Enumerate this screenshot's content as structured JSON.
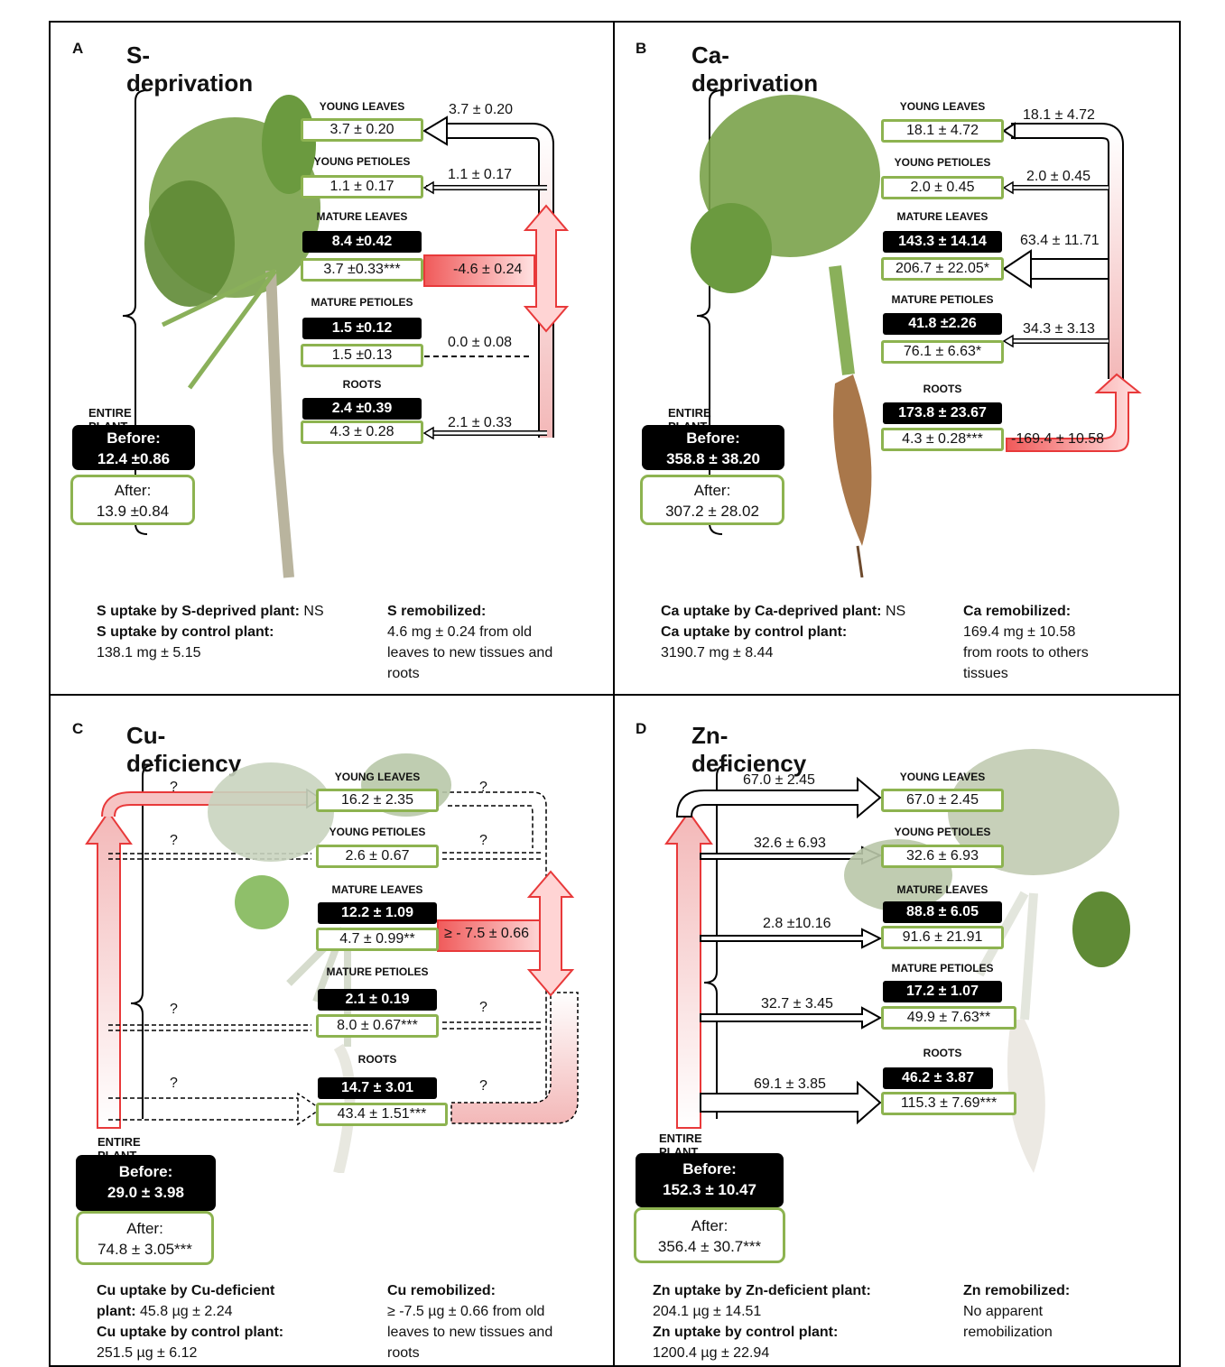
{
  "panels": {
    "A": {
      "letter": "A",
      "title": "S-deprivation",
      "young_leaves": {
        "label": "YOUNG LEAVES",
        "after": "3.7 ± 0.20",
        "flux": "3.7 ± 0.20"
      },
      "young_petioles": {
        "label": "YOUNG PETIOLES",
        "after": "1.1 ± 0.17",
        "flux": "1.1 ± 0.17"
      },
      "mature_leaves": {
        "label": "MATURE LEAVES",
        "before": "8.4 ±0.42",
        "after": "3.7 ±0.33***",
        "flux": "-4.6 ± 0.24"
      },
      "mature_petioles": {
        "label": "MATURE PETIOLES",
        "before": "1.5 ±0.12",
        "after": "1.5 ±0.13",
        "flux": "0.0 ± 0.08"
      },
      "roots": {
        "label": "ROOTS",
        "before": "2.4 ±0.39",
        "after": "4.3 ± 0.28",
        "flux": "2.1 ± 0.33"
      },
      "entire": {
        "label": "ENTIRE PLANT",
        "before_label": "Before:",
        "before": "12.4 ±0.86",
        "after_label": "After:",
        "after": "13.9 ±0.84"
      },
      "footer": {
        "l1b": "S uptake by S-deprived plant:",
        "l1": " NS",
        "l2b": "S uptake by control plant:",
        "l3": "138.1 mg ± 5.15",
        "rb": "S remobilized:",
        "r1": "4.6 mg  ±  0.24 from old",
        "r2": "leaves to new tissues and",
        "r3": "roots"
      }
    },
    "B": {
      "letter": "B",
      "title": "Ca-deprivation",
      "young_leaves": {
        "label": "YOUNG LEAVES",
        "after": "18.1 ± 4.72",
        "flux": "18.1 ± 4.72"
      },
      "young_petioles": {
        "label": "YOUNG PETIOLES",
        "after": "2.0 ± 0.45",
        "flux": "2.0 ± 0.45"
      },
      "mature_leaves": {
        "label": "MATURE LEAVES",
        "before": "143.3 ± 14.14",
        "after": "206.7 ± 22.05*",
        "flux": "63.4 ± 11.71"
      },
      "mature_petioles": {
        "label": "MATURE PETIOLES",
        "before": "41.8 ±2.26",
        "after": "76.1 ± 6.63*",
        "flux": "34.3 ± 3.13"
      },
      "roots": {
        "label": "ROOTS",
        "before": "173.8 ± 23.67",
        "after": "4.3 ± 0.28***",
        "flux": "-169.4 ± 10.58"
      },
      "entire": {
        "label": "ENTIRE PLANT",
        "before_label": "Before:",
        "before": "358.8 ± 38.20",
        "after_label": "After:",
        "after": "307.2 ± 28.02"
      },
      "footer": {
        "l1b": "Ca uptake by Ca-deprived plant:",
        "l1": " NS",
        "l2b": "Ca uptake by control plant:",
        "l3": "3190.7 mg ± 8.44",
        "rb": "Ca remobilized:",
        "r1": "169.4  mg  ± 10.58",
        "r2": "from roots to others",
        "r3": "tissues"
      }
    },
    "C": {
      "letter": "C",
      "title": "Cu-deficiency",
      "young_leaves": {
        "label": "YOUNG LEAVES",
        "after": "16.2 ± 2.35"
      },
      "young_petioles": {
        "label": "YOUNG PETIOLES",
        "after": "2.6 ± 0.67"
      },
      "mature_leaves": {
        "label": "MATURE LEAVES",
        "before": "12.2 ± 1.09",
        "after": "4.7 ± 0.99**",
        "flux": "≥  - 7.5 ± 0.66"
      },
      "mature_petioles": {
        "label": "MATURE PETIOLES",
        "before": "2.1 ± 0.19",
        "after": "8.0 ± 0.67***"
      },
      "roots": {
        "label": "ROOTS",
        "before": "14.7 ± 3.01",
        "after": "43.4 ± 1.51***"
      },
      "unknown": "?",
      "entire": {
        "label": "ENTIRE PLANT",
        "before_label": "Before:",
        "before": "29.0 ± 3.98",
        "after_label": "After:",
        "after": "74.8 ± 3.05***"
      },
      "footer": {
        "l1b": "Cu uptake by Cu-deficient",
        "l2b": "plant:",
        "l2": " 45.8 µg ± 2.24",
        "l3b": "Cu uptake by control plant:",
        "l4": "251.5 µg ± 6.12",
        "rb": "Cu remobilized:",
        "r1": "≥  -7.5 µg ± 0.66 from old",
        "r2": "leaves to new tissues and",
        "r3": "roots"
      }
    },
    "D": {
      "letter": "D",
      "title": "Zn-deficiency",
      "young_leaves": {
        "label": "YOUNG LEAVES",
        "after": "67.0 ± 2.45",
        "flux": "67.0 ± 2.45"
      },
      "young_petioles": {
        "label": "YOUNG PETIOLES",
        "after": "32.6 ± 6.93",
        "flux": "32.6 ± 6.93"
      },
      "mature_leaves": {
        "label": "MATURE LEAVES",
        "before": "88.8 ± 6.05",
        "after": "91.6 ± 21.91",
        "flux": "2.8 ±10.16"
      },
      "mature_petioles": {
        "label": "MATURE PETIOLES",
        "before": "17.2 ± 1.07",
        "after": "49.9 ±  7.63**",
        "flux": "32.7 ± 3.45"
      },
      "roots": {
        "label": "ROOTS",
        "before": "46.2 ± 3.87",
        "after": "115.3 ± 7.69***",
        "flux": "69.1 ± 3.85"
      },
      "entire": {
        "label": "ENTIRE PLANT",
        "before_label": "Before:",
        "before": "152.3 ± 10.47",
        "after_label": "After:",
        "after": "356.4 ± 30.7***"
      },
      "footer": {
        "l1b": "Zn uptake by Zn-deficient plant:",
        "l2": "204.1 µg ± 14.51",
        "l3b": "Zn uptake by control plant:",
        "l4": "1200.4 µg ± 22.94",
        "rb": "Zn remobilized:",
        "r1": "No apparent",
        "r2": "remobilization"
      }
    }
  },
  "colors": {
    "green_border": "#8db350",
    "red_arrow": "#e8393a",
    "pink_fill": "#f6c3c3"
  }
}
